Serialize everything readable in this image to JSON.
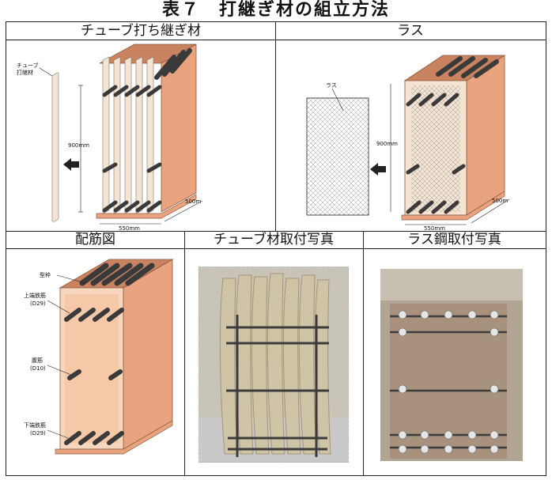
{
  "title": "表７　打継ぎ材の組立方法",
  "panels": {
    "tube": {
      "header": "チューブ打ち継ぎ材",
      "side_label_1": "チューブ",
      "side_label_2": "打継材",
      "height_dim": "900mm",
      "depth_dim": "500m",
      "width_dim": "550mm"
    },
    "lath": {
      "header": "ラス",
      "lath_label": "ラス",
      "height_dim": "900mm",
      "depth_dim": "500m",
      "width_dim": "550mm"
    },
    "rebar": {
      "header": "配筋図",
      "formwork_label": "型枠",
      "top_rebar_label_1": "上端鉄筋",
      "top_rebar_label_2": "(D29)",
      "web_rebar_label_1": "腹筋",
      "web_rebar_label_2": "(D10)",
      "bottom_rebar_label_1": "下端鉄筋",
      "bottom_rebar_label_2": "(D29)"
    },
    "tube_photo": {
      "header": "チューブ材取付写真"
    },
    "lath_photo": {
      "header": "ラス鋼取付写真"
    }
  },
  "colors": {
    "wood": "#e9a37e",
    "wood_dark": "#c98360",
    "rebar": "#4a4a4a",
    "board": "#f6e4d2"
  }
}
